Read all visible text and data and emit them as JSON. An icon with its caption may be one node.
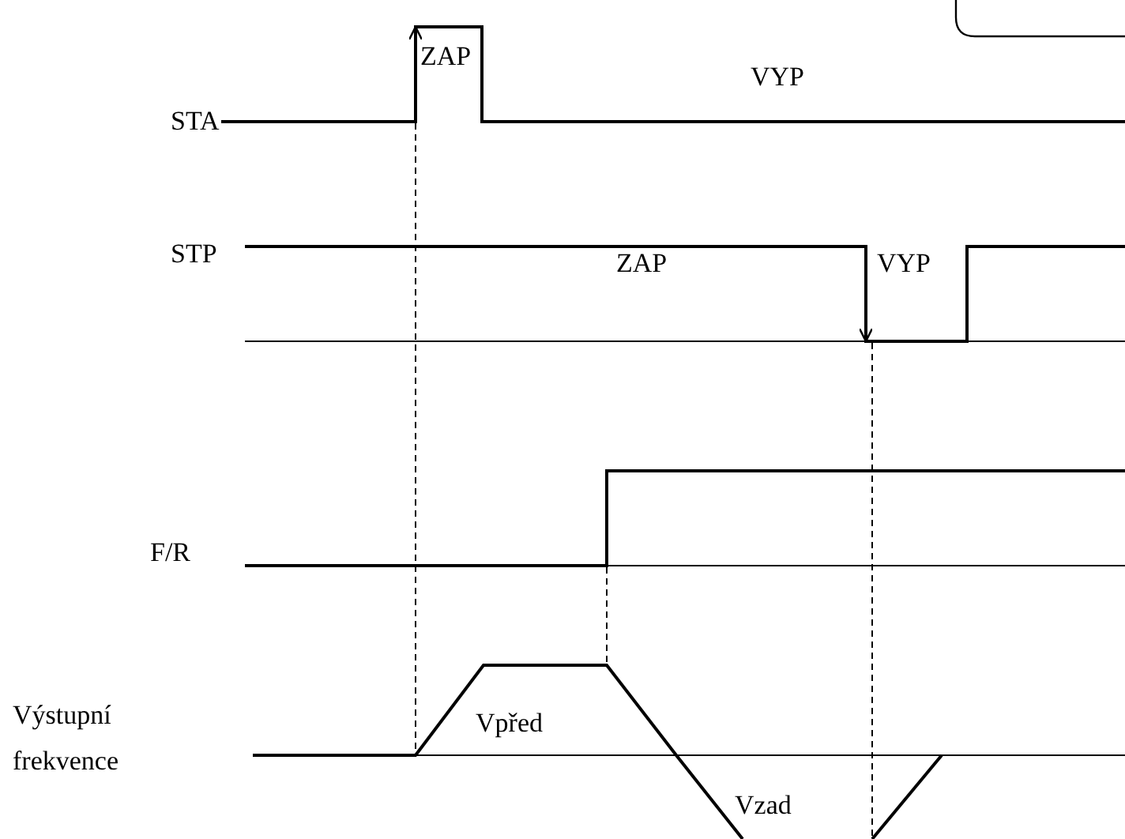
{
  "diagram": {
    "labels": [
      "STA",
      "ZAP",
      "VYP",
      "STP",
      "ZAP",
      "VYP",
      "F/R",
      "Výstupní frekvence",
      "Vpřed",
      "Vzad"
    ]
  }
}
